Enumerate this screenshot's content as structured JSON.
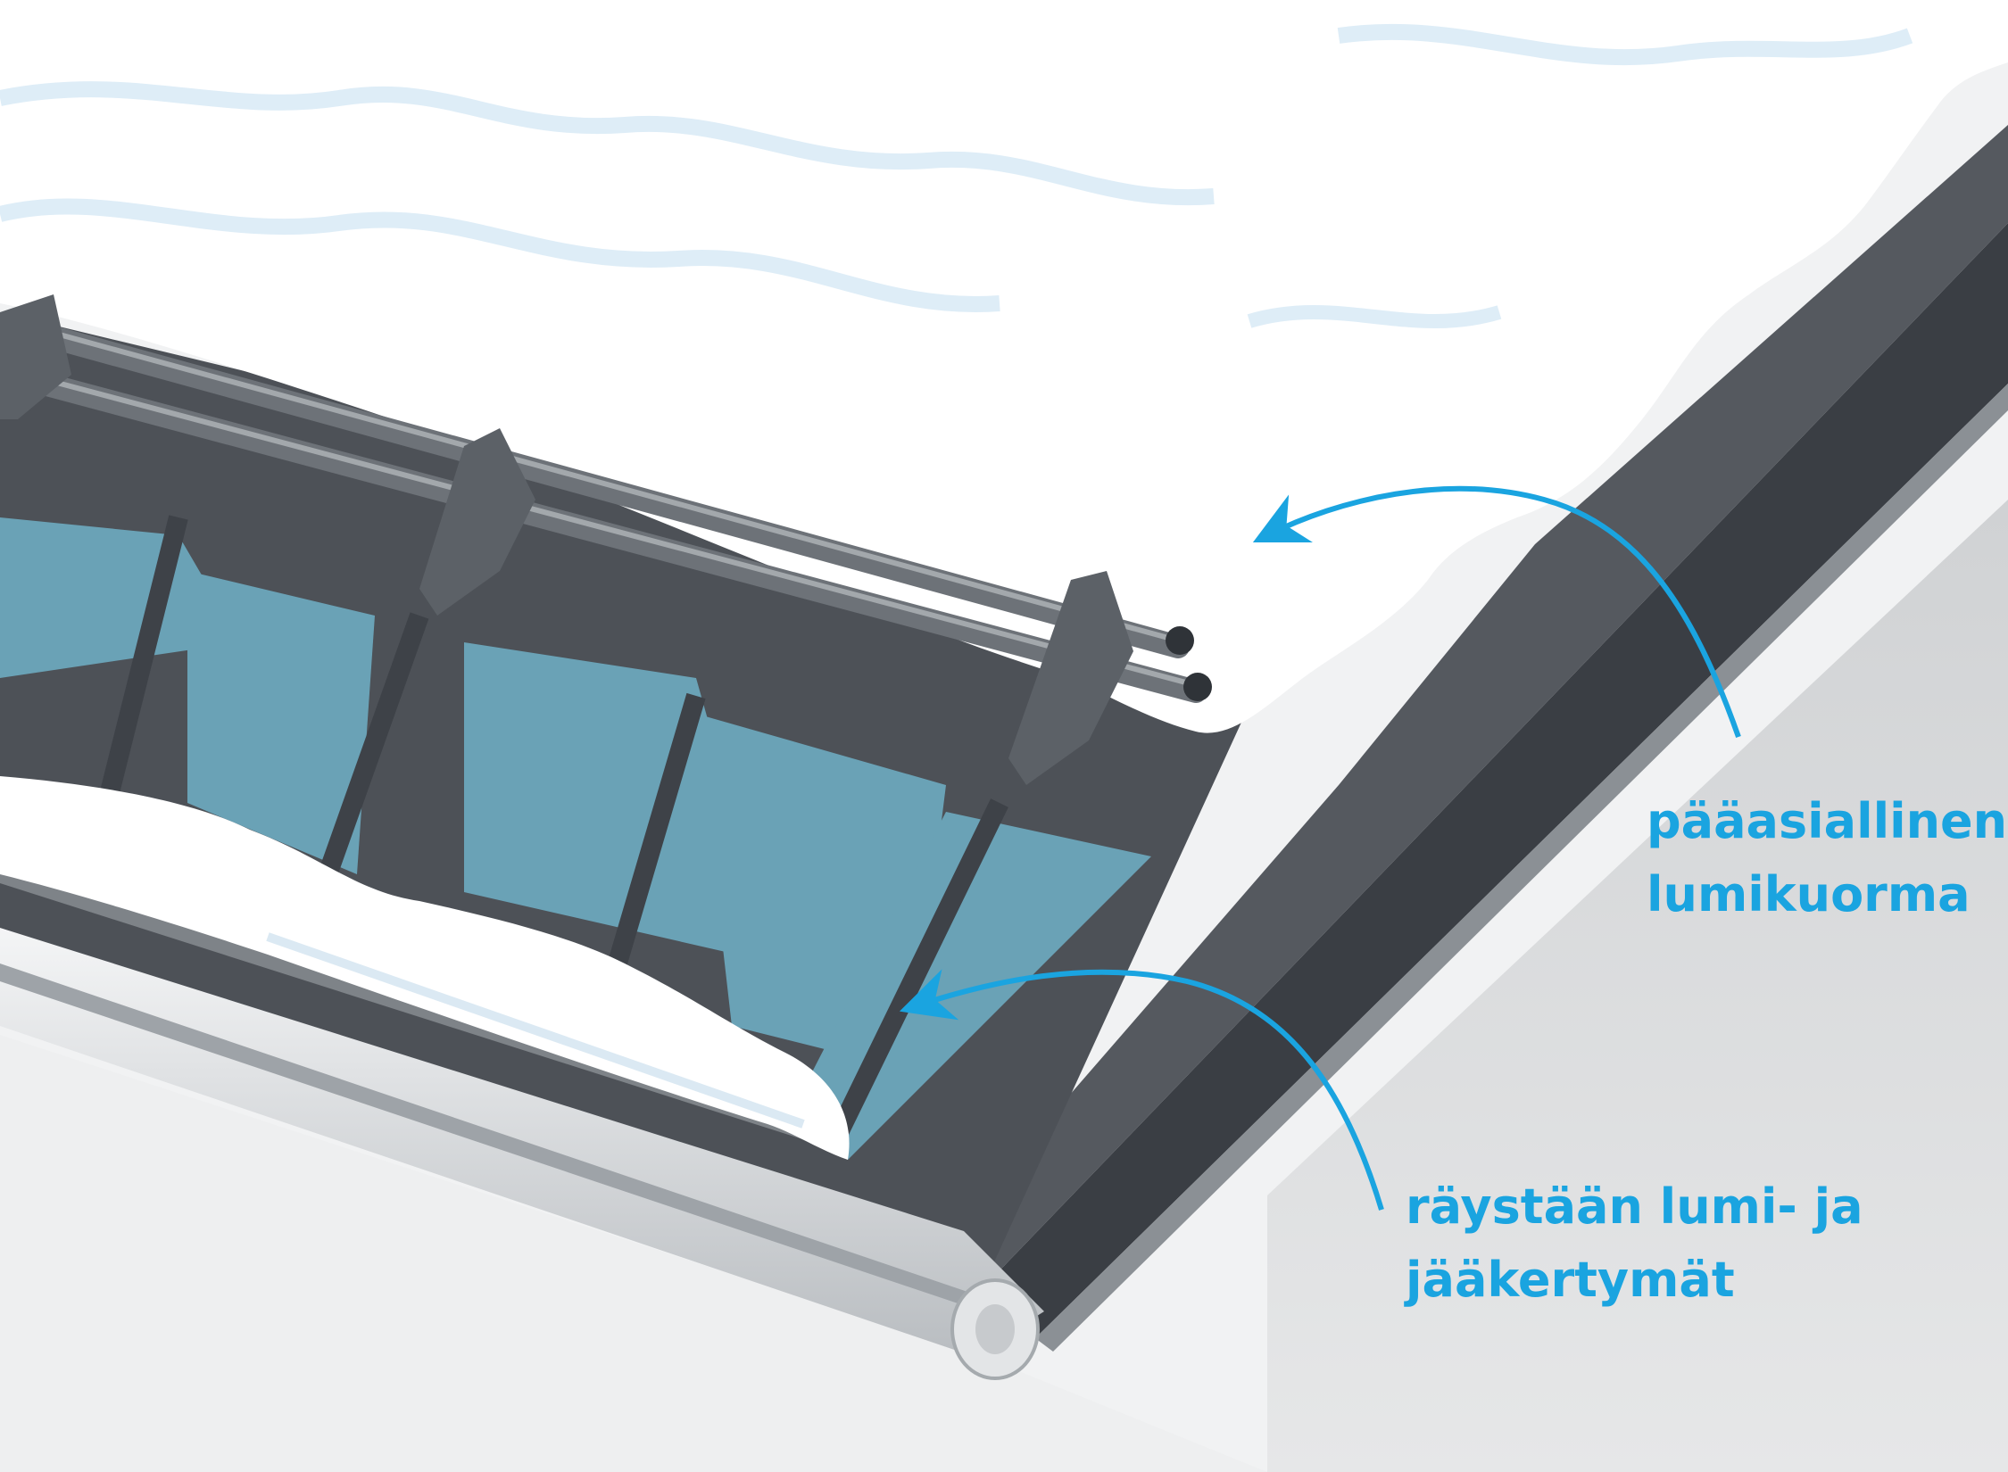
{
  "annotations": {
    "main_snow_load": {
      "line1": "pääasiallinen",
      "line2": "lumikuorma"
    },
    "eave_accumulation": {
      "line1": "räystään lumi- ja",
      "line2": "jääkertymät"
    }
  },
  "colors": {
    "arrow": "#1aa4e0",
    "roof_panel": "#6aa2b6",
    "roof_dark": "#4a4e54",
    "snow": "#ffffff",
    "snow_shadow": "#deedf7",
    "rail": "#6d7278",
    "wall": "#d4d6d8"
  }
}
